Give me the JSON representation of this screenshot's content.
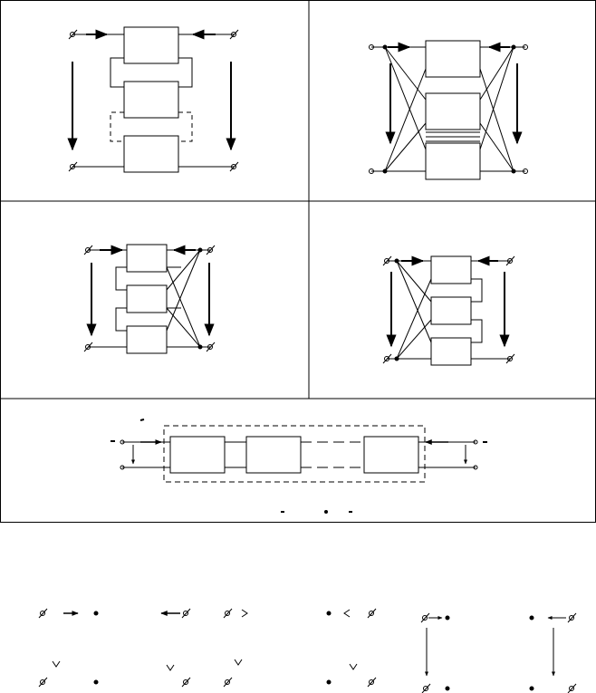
{
  "figure": {
    "panels": [
      {
        "id": "series-series-network",
        "blocks": 3,
        "connection": "series-series"
      },
      {
        "id": "parallel-parallel-network",
        "blocks": 3,
        "connection": "parallel-parallel"
      },
      {
        "id": "series-parallel-network",
        "blocks": 3,
        "connection": "series-parallel"
      },
      {
        "id": "parallel-series-network",
        "blocks": 3,
        "connection": "parallel-series"
      },
      {
        "id": "cascade-network",
        "blocks": 3,
        "connection": "cascade"
      }
    ],
    "port_symbols": 10,
    "colors": {
      "stroke": "#000000",
      "background": "#ffffff"
    }
  }
}
